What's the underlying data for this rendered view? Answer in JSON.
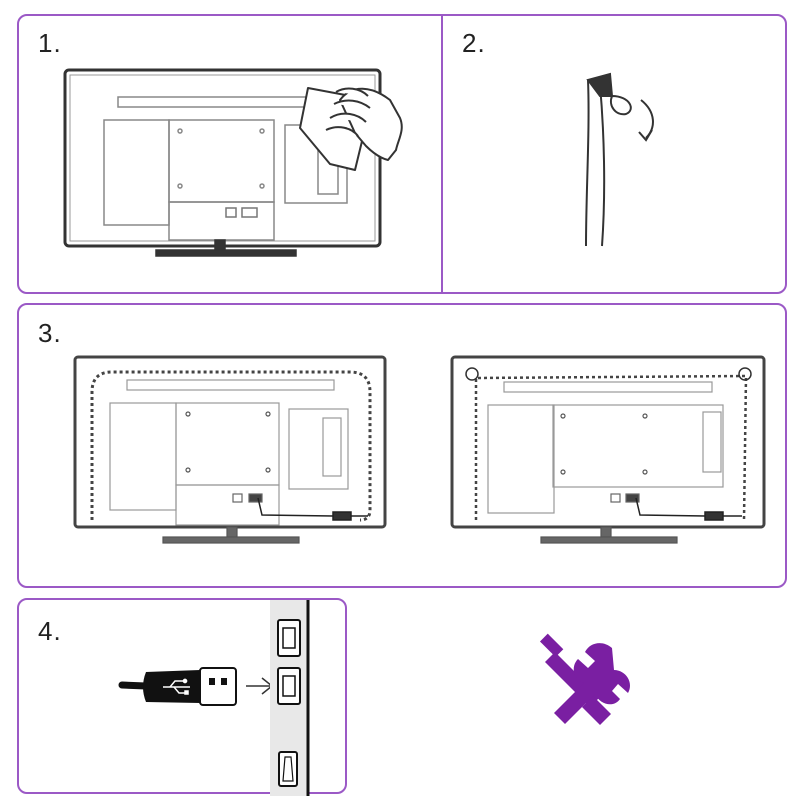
{
  "steps": [
    {
      "number": "1."
    },
    {
      "number": "2."
    },
    {
      "number": "3."
    },
    {
      "number": "4."
    }
  ],
  "colors": {
    "panel_border": "#9b59c6",
    "tools_icon": "#7a1fa2",
    "line": "#333333",
    "light_line": "#8a8a8a",
    "strip_dots": "#555555"
  },
  "icons": {
    "step1": "cleaning-cloth-hand-icon",
    "step2": "adhesive-peel-icon",
    "step3": "led-strip-routing-icon",
    "step4": "usb-plug-port-icon",
    "tools": "screwdriver-wrench-icon"
  }
}
